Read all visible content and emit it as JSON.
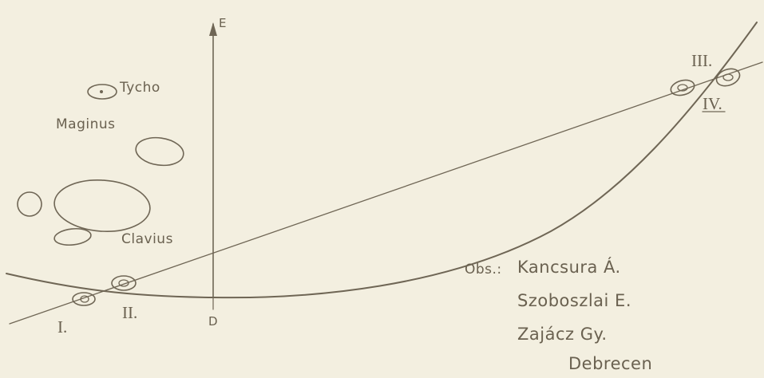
{
  "axis": {
    "vertical_label": "E",
    "origin_label": "D"
  },
  "craters": {
    "tycho": "Tycho",
    "maginus": "Maginus",
    "clavius": "Clavius"
  },
  "points": {
    "p1": "I.",
    "p2": "II.",
    "p3": "III.",
    "p4": "IV."
  },
  "credits": {
    "obs_prefix": "Obs.:",
    "observer_1": "Kancsura Á.",
    "observer_2": "Szoboszlai E.",
    "observer_3": "Zajácz Gy.",
    "location": "Debrecen"
  },
  "colors": {
    "paper": "#f3efe0",
    "ink": "#6f6655"
  }
}
